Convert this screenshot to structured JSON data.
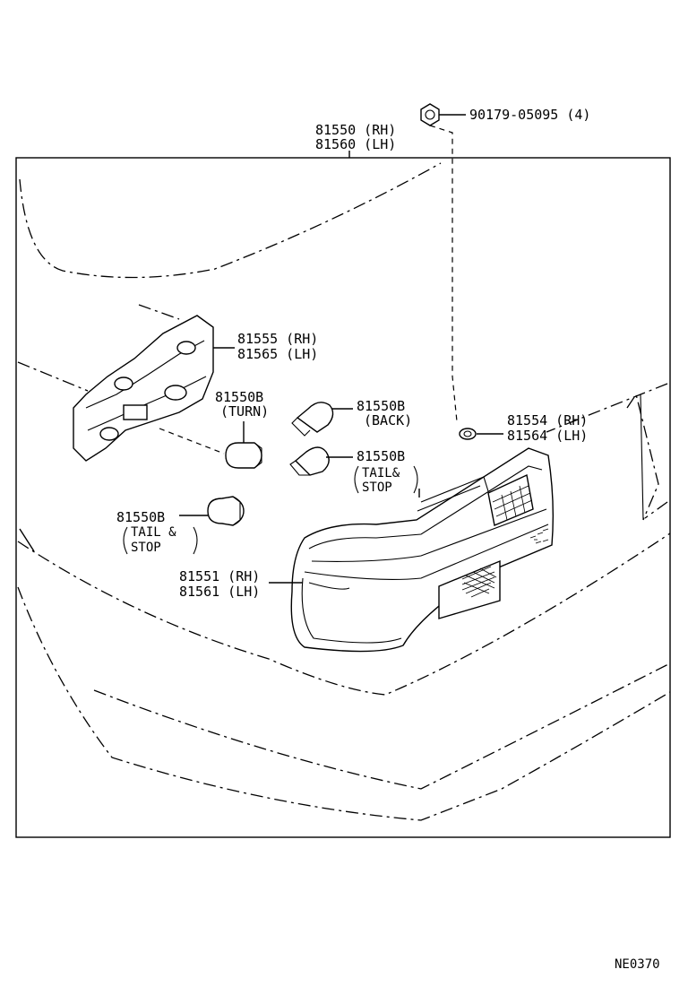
{
  "diagram_code": "NE0370",
  "parts": {
    "nut": {
      "line1": "90179-05095 (4)"
    },
    "lamp_assy": {
      "line1": "81550 (RH)",
      "line2": "81560 (LH)"
    },
    "socket_plate": {
      "line1": "81555 (RH)",
      "line2": "81565 (LH)"
    },
    "bulb_turn": {
      "line1": "81550B",
      "line2": "(TURN)"
    },
    "bulb_back": {
      "line1": "81550B",
      "line2": "(BACK)"
    },
    "gasket": {
      "line1": "81554 (RH)",
      "line2": "81564 (LH)"
    },
    "bulb_tail_right": {
      "line1": "81550B",
      "line2": "TAIL&",
      "line3": "STOP"
    },
    "bulb_tail_left": {
      "line1": "81550B",
      "line2": "TAIL &",
      "line3": "STOP"
    },
    "lens": {
      "line1": "81551 (RH)",
      "line2": "81561 (LH)"
    }
  }
}
